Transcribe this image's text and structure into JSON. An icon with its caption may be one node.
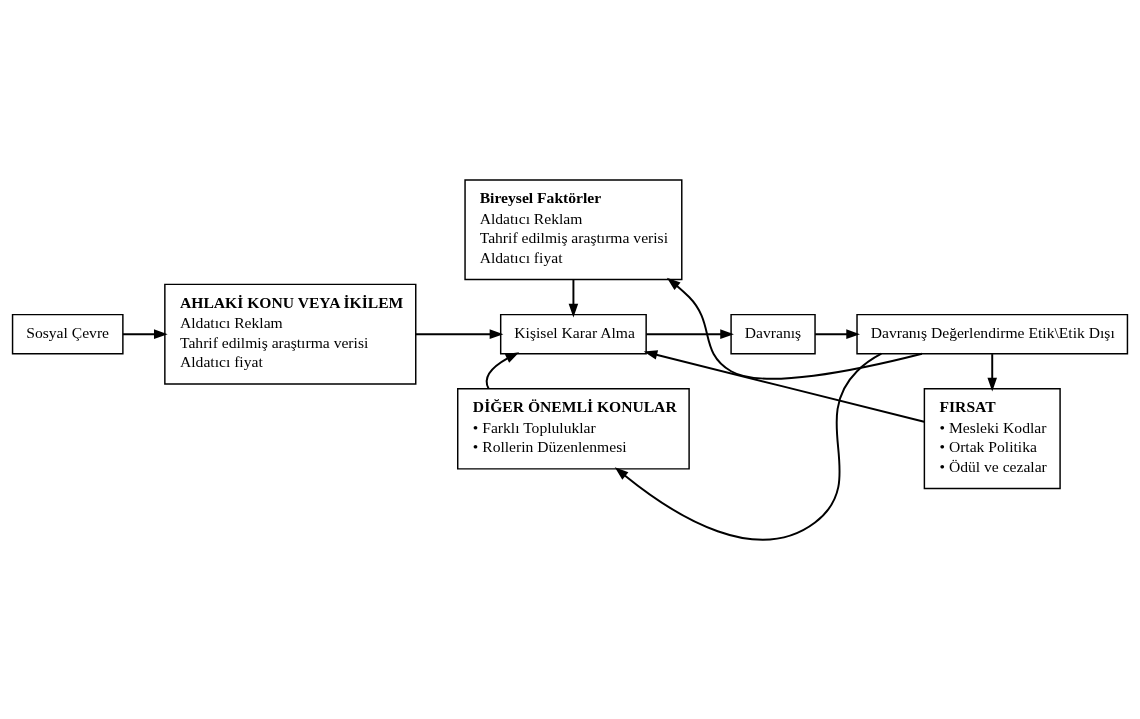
{
  "diagram": {
    "nodes": [
      {
        "text": [
          "Sosyal Çevre"
        ]
      },
      {
        "text": [
          "AHLAKİ KONU VEYA İKİLEM",
          "Aldatıcı Reklam",
          "Tahrif edilmiş araştırma verisi",
          "Aldatıcı fiyat"
        ]
      },
      {
        "text": [
          "Bireysel Faktörler",
          "Aldatıcı Reklam",
          "Tahrif edilmiş araştırma verisi",
          "Aldatıcı fiyat"
        ]
      },
      {
        "text": [
          "Kişisel Karar Alma"
        ]
      },
      {
        "text": [
          "Davranış"
        ]
      },
      {
        "text": [
          "Davranış Değerlendirme Etik\\Etik Dışı"
        ]
      },
      {
        "text": [
          "DİĞER ÖNEMLİ KONULAR",
          "• Farklı Topluluklar",
          "• Rollerin Düzenlenmesi"
        ]
      },
      {
        "text": [
          "FIRSAT",
          "• Mesleki Kodlar",
          "• Ortak Politika",
          "• Ödül ve cezalar"
        ]
      }
    ],
    "edges": [
      {
        "from": 0,
        "to": 1,
        "arrow": "to"
      },
      {
        "from": 1,
        "to": 3,
        "arrow": "to"
      },
      {
        "from": 2,
        "to": 3,
        "arrow": "to"
      },
      {
        "from": 3,
        "to": 4,
        "arrow": "to"
      },
      {
        "from": 4,
        "to": 5,
        "arrow": "to"
      },
      {
        "from": 5,
        "to": 2,
        "arrow": "to"
      },
      {
        "from": 5,
        "to": 6,
        "arrow": "to"
      },
      {
        "from": 5,
        "to": 7,
        "arrow": "to"
      },
      {
        "from": 7,
        "to": 3,
        "arrow": "to"
      },
      {
        "from": 6,
        "to": 3,
        "arrow": "to"
      }
    ]
  }
}
